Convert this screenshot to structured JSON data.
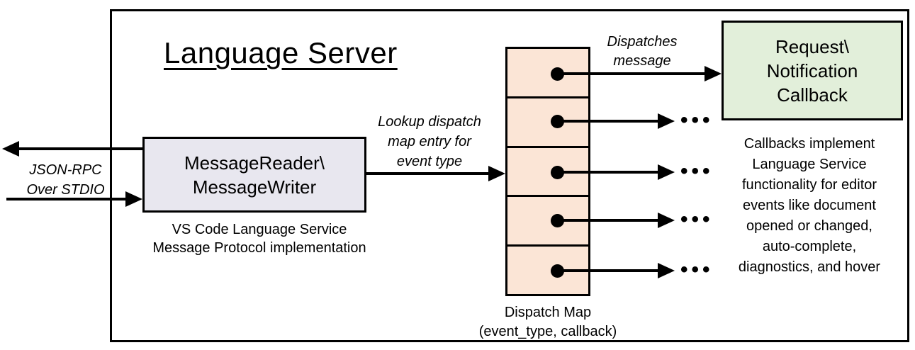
{
  "diagram": {
    "title": "Language Server",
    "io_label": "JSON-RPC\nOver STDIO",
    "message_box": {
      "label": "MessageReader\\\nMessageWriter",
      "caption": "VS Code Language Service\nMessage Protocol implementation"
    },
    "lookup_label": "Lookup dispatch\nmap entry for\nevent type",
    "dispatch_map": {
      "caption": "Dispatch Map\n(event_type, callback)",
      "cell_count": 5
    },
    "dispatches_label": "Dispatches\nmessage",
    "callback_box": {
      "label": "Request\\\nNotification\nCallback"
    },
    "callbacks_note": "Callbacks implement\nLanguage Service\nfunctionality for editor\nevents like document\nopened or changed,\nauto-complete,\ndiagnostics, and hover",
    "ellipsis": "•••",
    "colors": {
      "message_box_fill": "#e8e7ef",
      "dispatch_cell_fill": "#fbe5d6",
      "callback_box_fill": "#e2efda",
      "stroke": "#000000",
      "background": "#ffffff"
    }
  }
}
